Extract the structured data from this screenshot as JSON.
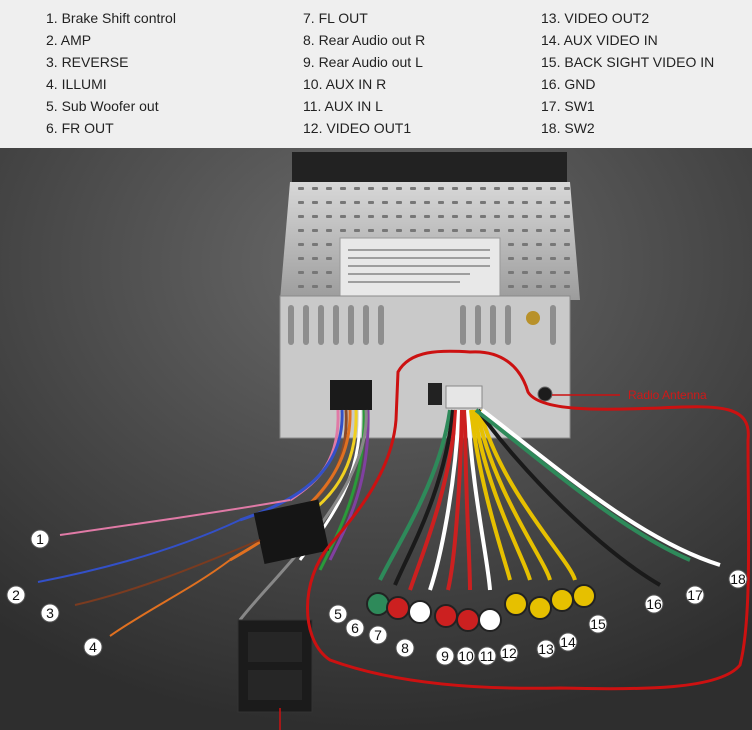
{
  "legend": {
    "col1": [
      "1. Brake Shift control",
      "2. AMP",
      "3. REVERSE",
      "4. ILLUMI",
      "5. Sub Woofer out",
      "6. FR OUT"
    ],
    "col2": [
      "7. FL OUT",
      "8. Rear Audio  out R",
      "9. Rear Audio  out L",
      "10. AUX IN R",
      "11. AUX IN L",
      "12. VIDEO OUT1"
    ],
    "col3": [
      "13. VIDEO OUT2",
      "14. AUX VIDEO IN",
      "15. BACK SIGHT VIDEO IN",
      "16. GND",
      "17. SW1",
      "18. SW2"
    ]
  },
  "photo": {
    "antenna_label": "Radio Antenna",
    "callouts": [
      "1",
      "2",
      "3",
      "4",
      "5",
      "6",
      "7",
      "8",
      "9",
      "10",
      "11",
      "12",
      "13",
      "14",
      "15",
      "16",
      "17",
      "18"
    ],
    "highlight_color": "#cc1111",
    "background_color": "#3a3a3a"
  }
}
